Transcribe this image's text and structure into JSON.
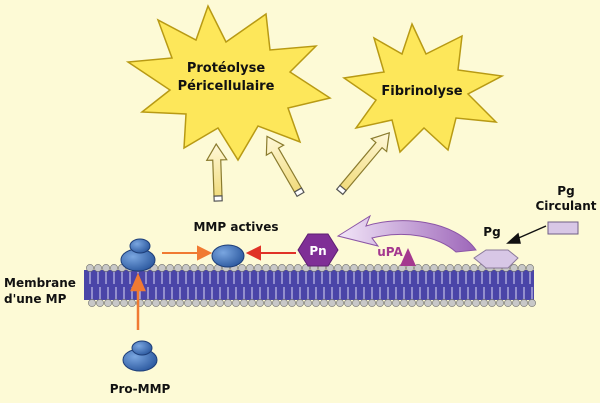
{
  "bursts": {
    "proteolysis": {
      "line1": "Protéolyse",
      "line2": "Péricellulaire"
    },
    "fibrinolysis": {
      "label": "Fibrinolyse"
    }
  },
  "labels": {
    "mmp_actives": "MMP actives",
    "membrane_line1": "Membrane",
    "membrane_line2": "d'une MP",
    "pro_mmp": "Pro-MMP",
    "pg_circulant_line1": "Pg",
    "pg_circulant_line2": "Circulant",
    "pg": "Pg",
    "pn": "Pn",
    "upa": "uPA"
  },
  "colors": {
    "background": "#fdfad6",
    "burst_fill": "#fde75a",
    "burst_stroke": "#b89a14",
    "lipid_head": "#c8c8c8",
    "lipid_tail": "#4a45a8",
    "mmp_blue": "#3e6fb8",
    "pn_purple": "#7f2f96",
    "pg_lilac": "#d8c7e6",
    "upa_magenta": "#a4388f",
    "curve_arrow": "#a16bbd",
    "orange_arrow": "#f07a32",
    "red_arrow": "#e03227",
    "hollow_arrow_fill": "#fcefb0"
  }
}
